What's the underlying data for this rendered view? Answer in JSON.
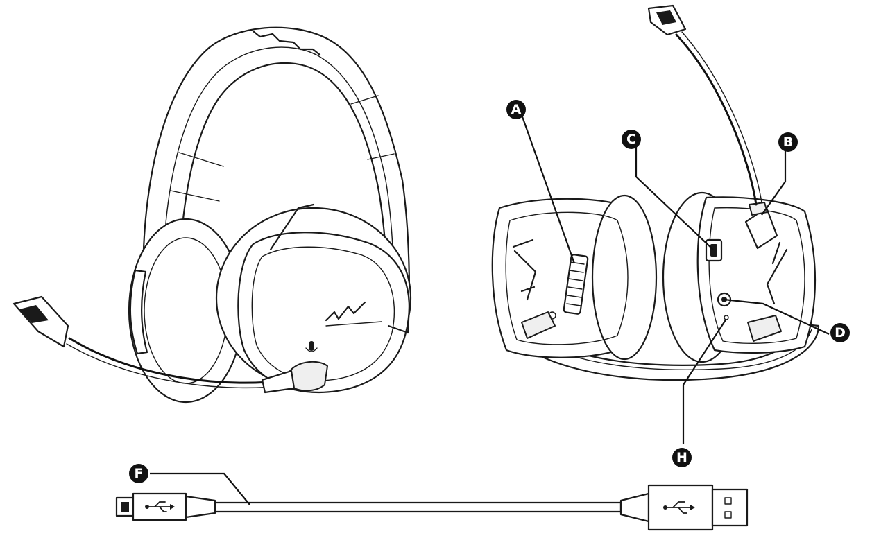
{
  "callouts": {
    "A": "A",
    "B": "B",
    "C": "C",
    "D": "D",
    "F": "F",
    "H": "H"
  },
  "colors": {
    "line": "#1a1a1a",
    "badge": "#111111",
    "badge_text": "#ffffff",
    "background": "#ffffff"
  },
  "icons": {
    "usb": "usb-icon",
    "mic_mute": "microphone-icon",
    "logo": "brand-logo"
  }
}
